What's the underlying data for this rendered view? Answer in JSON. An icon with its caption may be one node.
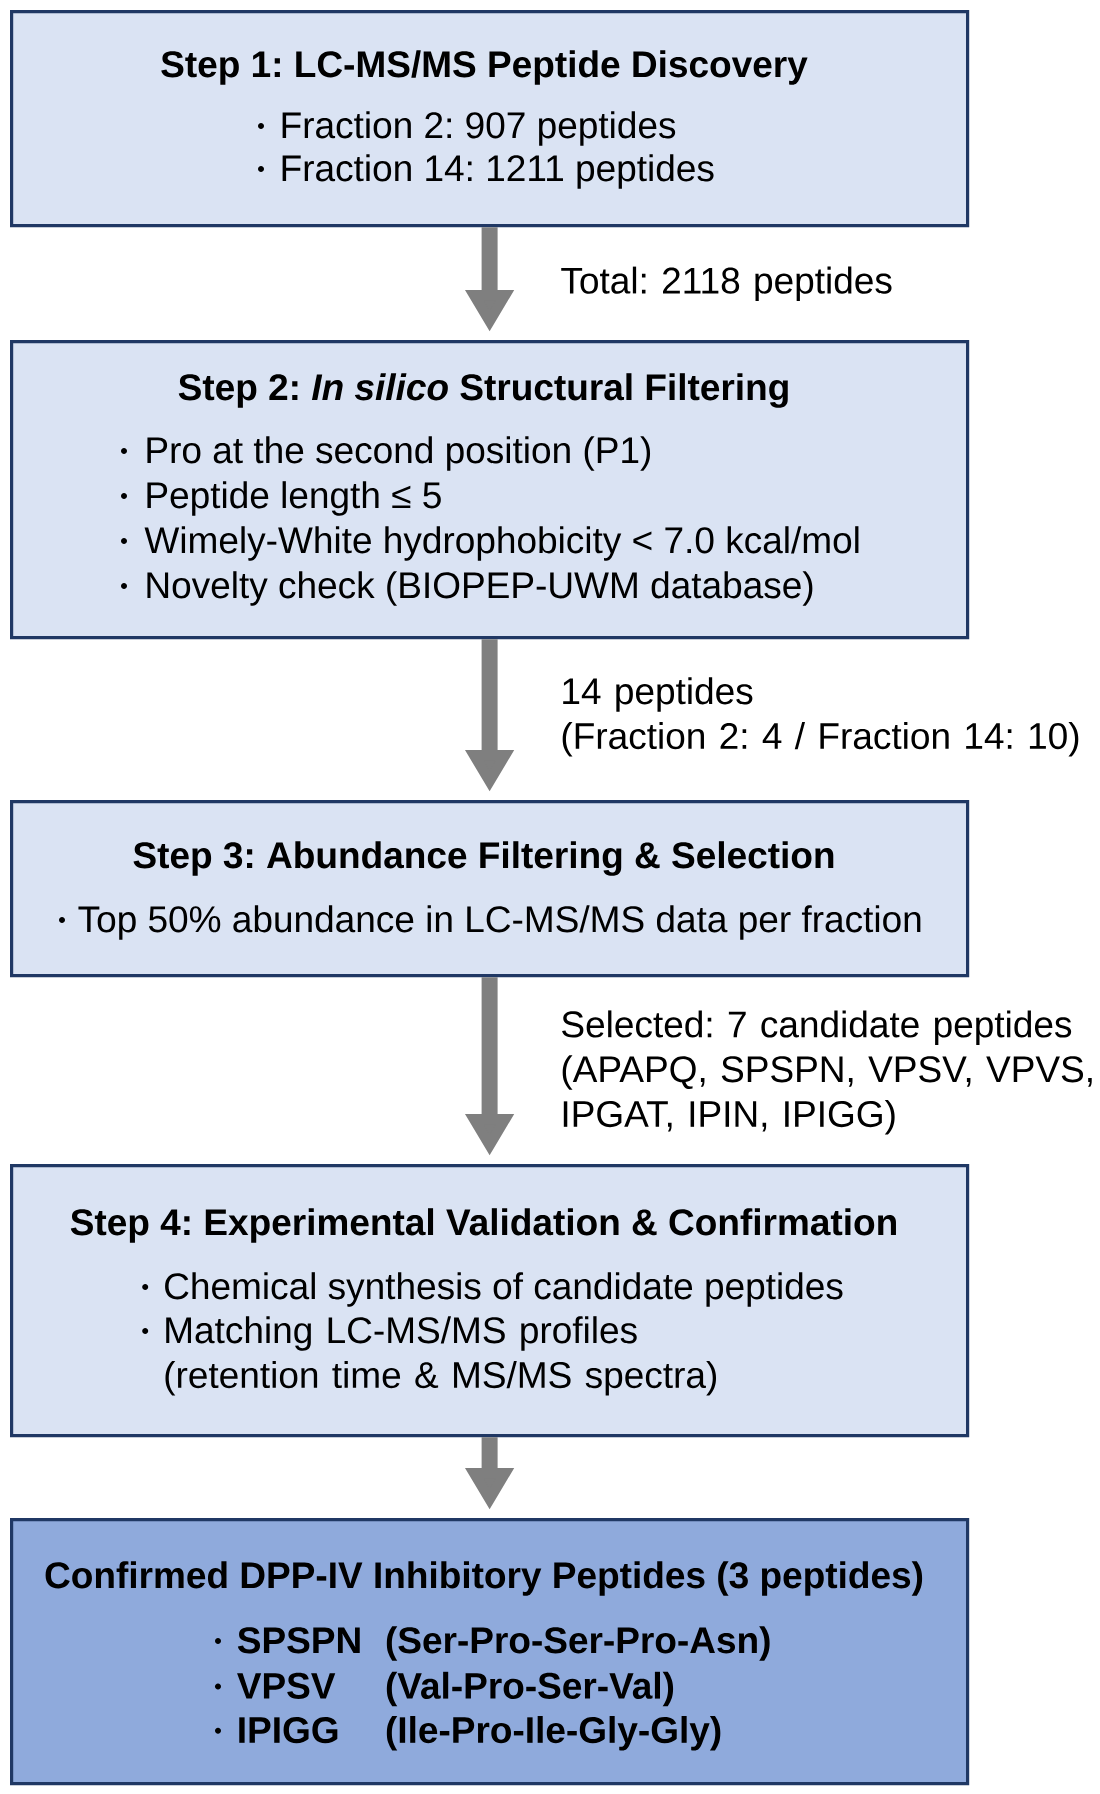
{
  "diagram": {
    "nodes": [
      {
        "text": [
          "Step 1: LC-MS/MS Peptide Discovery",
          "Fraction 2: 907 peptides",
          "Fraction 14: 1211 peptides"
        ]
      },
      {
        "text": [
          "Step 2: *In silico* Structural Filtering",
          "Pro at the second position (P1)",
          "Peptide length ≤ 5",
          "Wimely-White hydrophobicity < 7.0 kcal/mol",
          "Novelty check (BIOPEP-UWM database)"
        ]
      },
      {
        "text": [
          "Step 3: Abundance Filtering & Selection",
          "Top 50% abundance in LC-MS/MS data per fraction"
        ]
      },
      {
        "text": [
          "Step 4: Experimental Validation & Confirmation",
          "Chemical synthesis of candidate peptides",
          "Matching LC-MS/MS profiles (retention time & MS/MS spectra)"
        ]
      },
      {
        "text": [
          "Confirmed DPP-IV Inhibitory Peptides (3 peptides)",
          "SPSPN",
          "(Ser-Pro-Ser-Pro-Asn)",
          "VPSV",
          "(Val-Pro-Ser-Val)",
          "IPIGG",
          "(Ile-Pro-Ile-Gly-Gly)"
        ]
      }
    ],
    "edges": [
      {
        "from": 0,
        "to": 1,
        "arrow": "to",
        "label": "Total: 2118 peptides"
      },
      {
        "from": 1,
        "to": 2,
        "arrow": "to",
        "label": "14 peptides (Fraction 2: 4 / Fraction 14: 10)"
      },
      {
        "from": 2,
        "to": 3,
        "arrow": "to",
        "label": "Selected: 7 candidate peptides (APAPQ, SPSPN, VPSV, VPVS, IPGAT, IPIN, IPIGG)"
      },
      {
        "from": 3,
        "to": 4,
        "arrow": "to"
      }
    ]
  }
}
